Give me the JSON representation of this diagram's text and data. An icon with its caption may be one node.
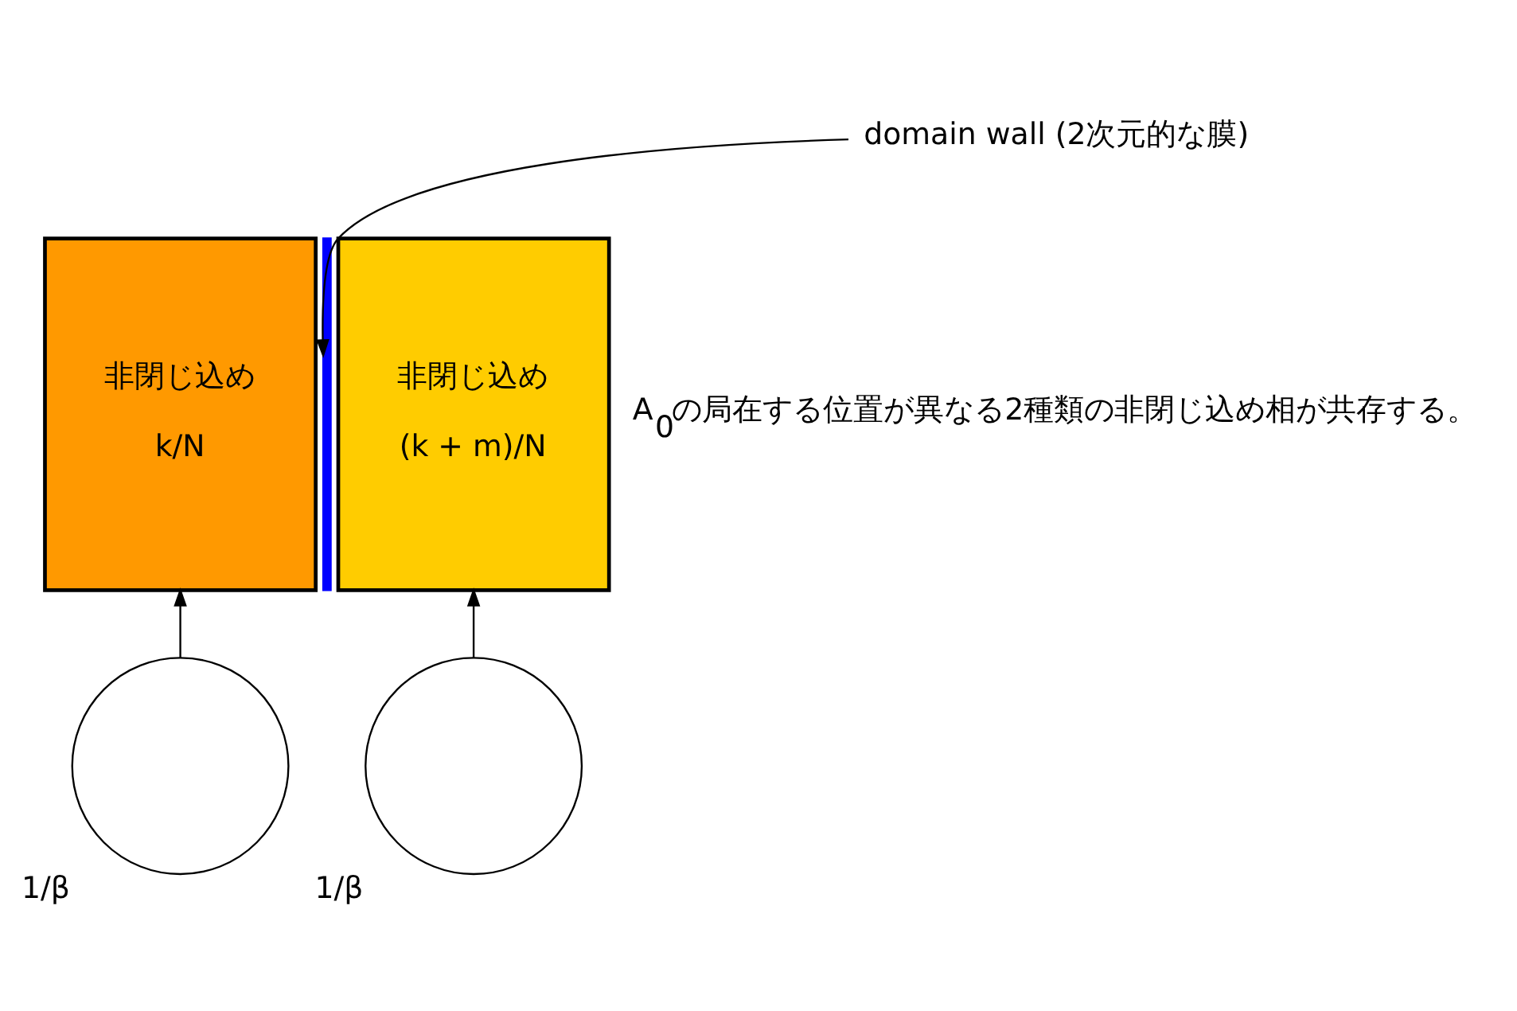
{
  "diagram": {
    "nodes": [
      {
        "text": [
          "非閉じ込め",
          "k/N"
        ]
      },
      {
        "text": [],
        "shape": "bar"
      },
      {
        "text": [
          "非閉じ込め",
          "(k + m)/N"
        ]
      },
      {
        "text": [
          "domain wall (2次元的な膜)"
        ]
      },
      {
        "text": [],
        "shape": "circle",
        "beside": [
          "1/β"
        ]
      },
      {
        "text": [],
        "shape": "circle",
        "beside": [
          "1/β"
        ]
      }
    ],
    "edges": [
      {
        "from": 3,
        "to": 1,
        "arrow": "to"
      },
      {
        "from": 4,
        "to": 0,
        "arrow": "to"
      },
      {
        "from": 5,
        "to": 2,
        "arrow": "to"
      }
    ],
    "labels": [
      "A$_{0}$の局在する位置が異なる2種類の非閉じ込め相が共存する。"
    ]
  }
}
